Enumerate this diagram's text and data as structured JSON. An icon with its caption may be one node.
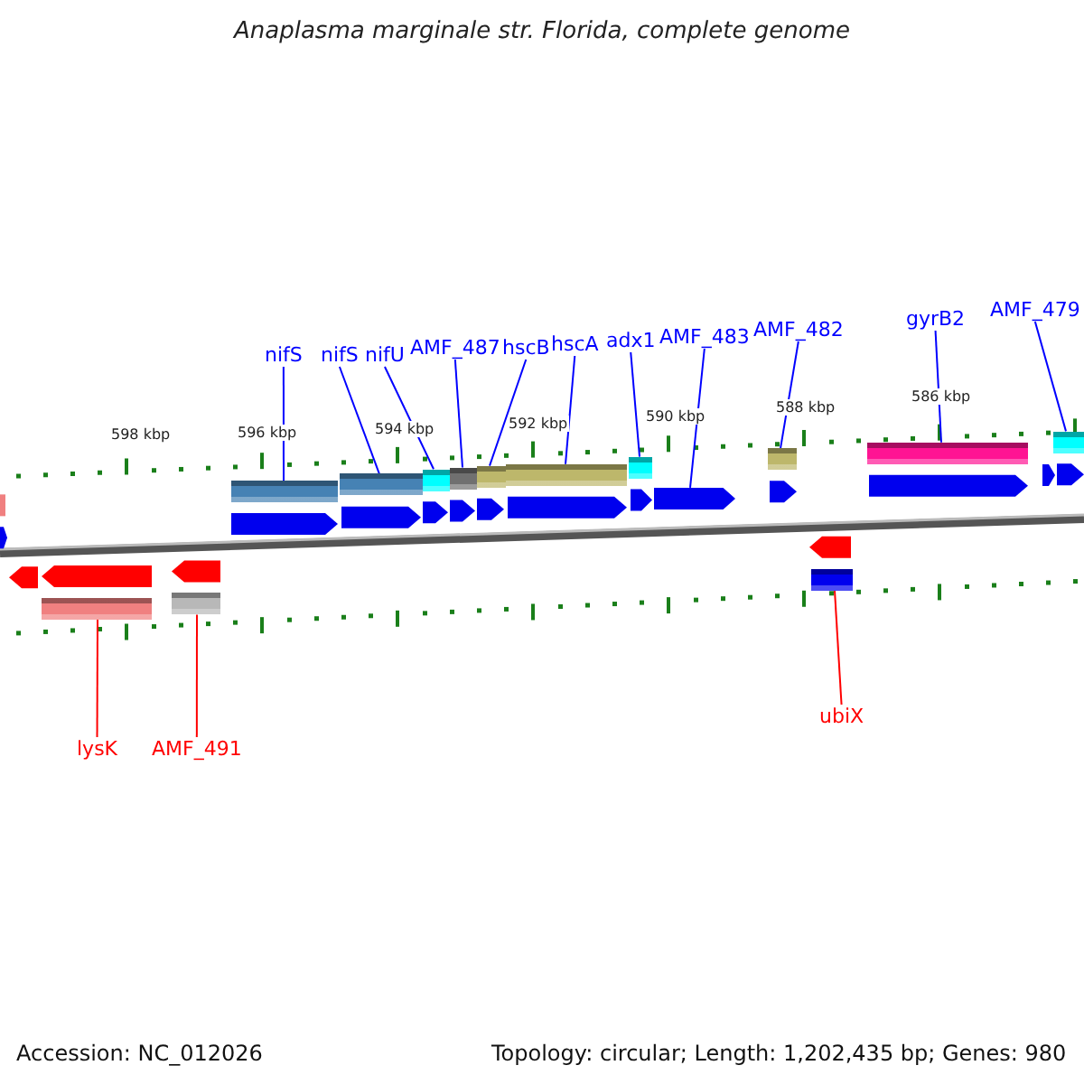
{
  "diagram": {
    "title": "Anaplasma marginale str. Florida, complete genome",
    "nodes": [
      {
        "text": [
          "nifS"
        ]
      },
      {
        "text": [
          "nifS"
        ]
      },
      {
        "text": [
          "nifU"
        ]
      },
      {
        "text": [
          "AMF_487"
        ]
      },
      {
        "text": [
          "hscB"
        ]
      },
      {
        "text": [
          "hscA"
        ]
      },
      {
        "text": [
          "adx1"
        ]
      },
      {
        "text": [
          "AMF_483"
        ]
      },
      {
        "text": [
          "AMF_482"
        ]
      },
      {
        "text": [
          "gyrB2"
        ]
      },
      {
        "text": [
          "AMF_479"
        ]
      },
      {
        "text": [],
        "shape": "bar"
      },
      {
        "text": [],
        "shape": "bar"
      },
      {
        "text": [],
        "shape": "bar"
      },
      {
        "text": [],
        "shape": "bar"
      },
      {
        "text": [],
        "shape": "bar"
      },
      {
        "text": [],
        "shape": "bar"
      },
      {
        "text": [],
        "shape": "bar"
      },
      {
        "text": [],
        "shape": "bar"
      },
      {
        "text": [],
        "shape": "bar"
      },
      {
        "text": [],
        "shape": "bar"
      },
      {
        "text": [],
        "shape": "bar"
      },
      {
        "text": [],
        "shape": "bar"
      },
      {
        "text": [],
        "shape": "bar"
      },
      {
        "text": [],
        "shape": "bar"
      },
      {
        "text": [
          "lysK"
        ]
      },
      {
        "text": [
          "AMF_491"
        ]
      },
      {
        "text": [
          "ubiX"
        ]
      }
    ],
    "edges": [
      {
        "from": 0,
        "to": 11,
        "arrow": "none"
      },
      {
        "from": 1,
        "to": 12,
        "arrow": "none"
      },
      {
        "from": 2,
        "to": 13,
        "arrow": "none"
      },
      {
        "from": 3,
        "to": 14,
        "arrow": "none"
      },
      {
        "from": 4,
        "to": 15,
        "arrow": "none"
      },
      {
        "from": 5,
        "to": 16,
        "arrow": "none"
      },
      {
        "from": 6,
        "to": 17,
        "arrow": "none"
      },
      {
        "from": 7,
        "to": 18,
        "arrow": "none"
      },
      {
        "from": 8,
        "to": 19,
        "arrow": "none"
      },
      {
        "from": 9,
        "to": 20,
        "arrow": "none"
      },
      {
        "from": 10,
        "to": 21,
        "arrow": "none"
      },
      {
        "from": 25,
        "to": 22,
        "arrow": "none",
        "color": "#ff0000"
      },
      {
        "from": 26,
        "to": 23,
        "arrow": "none",
        "color": "#ff0000"
      },
      {
        "from": 27,
        "to": 24,
        "arrow": "none",
        "color": "#ff0000"
      }
    ],
    "labels": [
      "598 kbp",
      "596 kbp",
      "594 kbp",
      "592 kbp",
      "590 kbp",
      "588 kbp",
      "586 kbp",
      "Accession: NC_012026",
      "Topology: circular; Length: 1,202,435 bp; Genes: 980"
    ]
  }
}
